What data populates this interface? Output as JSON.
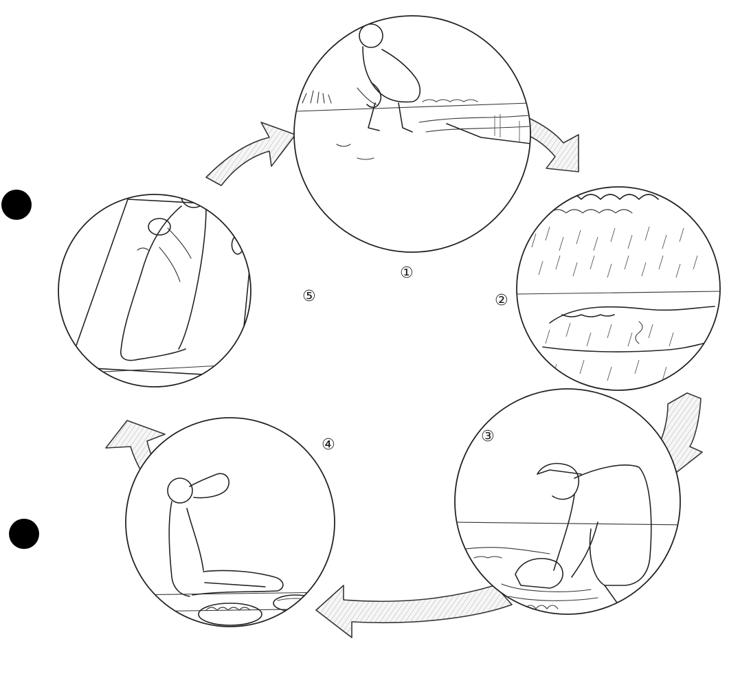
{
  "diagram": {
    "steps": [
      {
        "number": "①",
        "scene": "person-squatting-by-stream-icon"
      },
      {
        "number": "②",
        "scene": "rain-over-water-icon"
      },
      {
        "number": "③",
        "scene": "woman-collecting-water-icon"
      },
      {
        "number": "④",
        "scene": "child-drinking-water-icon"
      },
      {
        "number": "⑤",
        "scene": "person-lying-sick-icon"
      }
    ],
    "line_color": "#222222",
    "bullet_color": "#000000"
  }
}
